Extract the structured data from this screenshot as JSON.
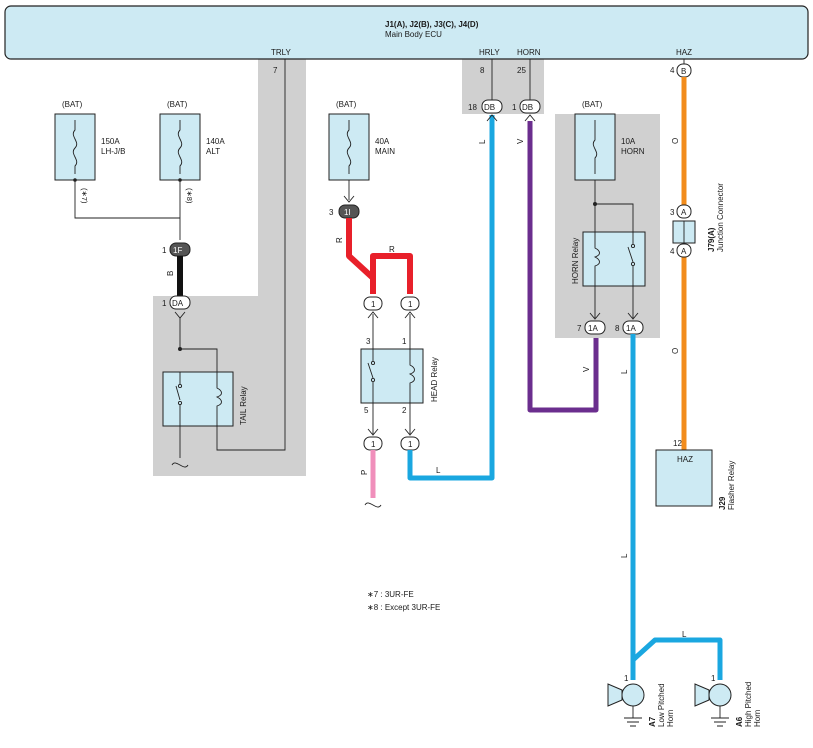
{
  "ecu": {
    "title": "J1(A), J2(B), J3(C), J4(D)",
    "subtitle": "Main Body ECU",
    "pins": {
      "trly": "TRLY",
      "hrly": "HRLY",
      "horn": "HORN",
      "haz": "HAZ"
    },
    "pin_numbers": {
      "trly": "7",
      "hrly": "8",
      "horn": "25",
      "haz": "4",
      "haz_conn": "B"
    }
  },
  "fuses": [
    {
      "source": "(BAT)",
      "rating": "150A",
      "name": "LH-J/B",
      "note": "(∗7)"
    },
    {
      "source": "(BAT)",
      "rating": "140A",
      "name": "ALT",
      "note": "(∗8)"
    },
    {
      "source": "(BAT)",
      "rating": "40A",
      "name": "MAIN"
    },
    {
      "source": "(BAT)",
      "rating": "10A",
      "name": "HORN"
    }
  ],
  "connectors": {
    "c1f": {
      "pin": "1",
      "label": "1F"
    },
    "cda": {
      "pin": "1",
      "label": "DA"
    },
    "c1i": {
      "pin": "3",
      "label": "1I"
    },
    "db18": {
      "pin": "18",
      "label": "DB"
    },
    "db1": {
      "pin": "1",
      "label": "DB"
    },
    "one": "1",
    "onea": "1A",
    "pin7": "7",
    "pin8": "8",
    "a": "A",
    "a3": "3",
    "a4": "4"
  },
  "relays": {
    "tail": "TAIL Relay",
    "head": "HEAD Relay",
    "horn": "HORN Relay",
    "head_pins": {
      "p3": "3",
      "p1": "1",
      "p5": "5",
      "p2": "2"
    }
  },
  "wires": {
    "b": "B",
    "r": "R",
    "r2": "R",
    "l1": "L",
    "l2": "L",
    "l3": "L",
    "l4": "L",
    "v1": "V",
    "v2": "V",
    "o1": "O",
    "o2": "O",
    "p": "P"
  },
  "junction": {
    "code": "J79(A)",
    "name": "Junction Connector"
  },
  "flasher": {
    "label": "HAZ",
    "pin": "12",
    "code": "J29",
    "name": "Flasher Relay"
  },
  "horns": [
    {
      "code": "A7",
      "name1": "Low Pitched",
      "name2": "Horn",
      "pin": "1"
    },
    {
      "code": "A6",
      "name1": "High Pitched",
      "name2": "Horn",
      "pin": "1"
    }
  ],
  "notes": [
    "∗7 : 3UR-FE",
    "∗8 : Except 3UR-FE"
  ],
  "colors": {
    "red": "#e8202a",
    "blue": "#1aa7e0",
    "violet": "#6b2e8e",
    "orange": "#f28c1c",
    "pink": "#f08fbb",
    "black": "#111111",
    "ecu_fill": "#cdeaf3"
  }
}
